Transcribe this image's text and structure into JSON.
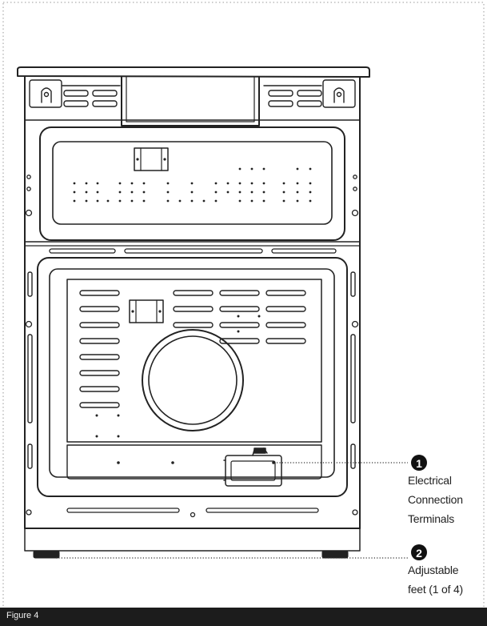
{
  "callouts": [
    {
      "number": "1",
      "lines": [
        "Electrical",
        "Connection",
        "Terminals"
      ]
    },
    {
      "number": "2",
      "lines": [
        "Adjustable",
        "feet (1 of 4)"
      ]
    }
  ],
  "figure": {
    "caption": "Figure 4"
  },
  "colors": {
    "line": "#222222",
    "caption_bg": "#1c1c1c",
    "caption_text": "#f2f2f2"
  }
}
